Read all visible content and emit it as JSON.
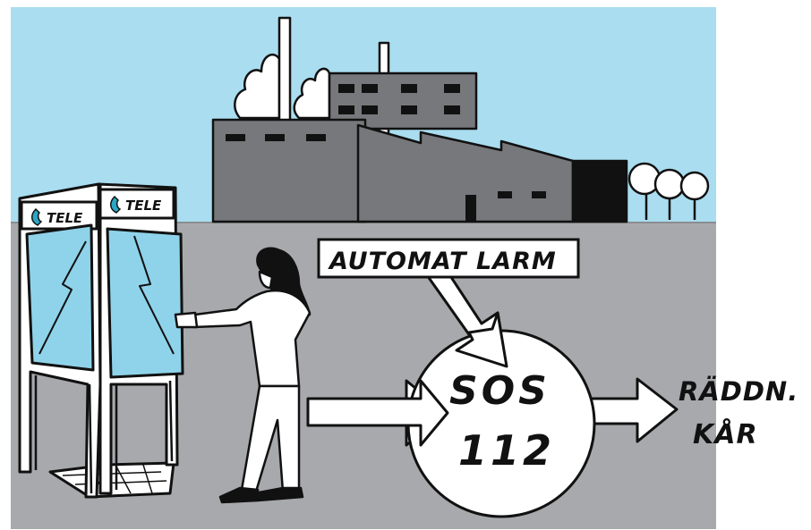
{
  "colors": {
    "sky": "#a9ddef",
    "ground": "#a7a9ac",
    "factory": "#77787b",
    "glass": "#8fd3ea",
    "outline": "#111111"
  },
  "booth": {
    "sign_left": "TELE",
    "sign_right": "TELE",
    "icon": "phone-handset-icon"
  },
  "labels": {
    "automatic_alarm": "AUTOMAT LARM",
    "center_line1": "SOS",
    "center_line2": "112",
    "destination_line1": "RÄDDN.",
    "destination_line2": "KÅR"
  }
}
